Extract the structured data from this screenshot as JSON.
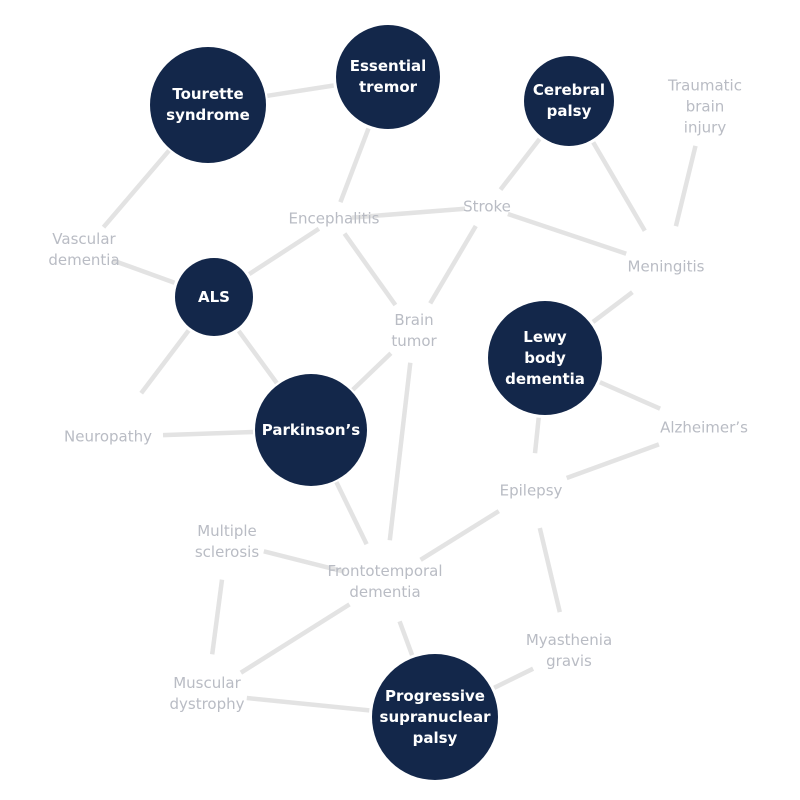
{
  "diagram": {
    "colors": {
      "highlight_fill": "#13274a",
      "highlight_text": "#ffffff",
      "muted_text": "#b9bcc4",
      "edge": "#e3e3e3"
    },
    "nodes": [
      {
        "id": "tourette",
        "label": "Tourette\nsyndrome",
        "highlighted": true
      },
      {
        "id": "essential-tremor",
        "label": "Essential\ntremor",
        "highlighted": true
      },
      {
        "id": "cerebral-palsy",
        "label": "Cerebral\npalsy",
        "highlighted": true
      },
      {
        "id": "traumatic-brain-injury",
        "label": "Traumatic\nbrain\ninjury",
        "highlighted": false
      },
      {
        "id": "vascular-dementia",
        "label": "Vascular\ndementia",
        "highlighted": false
      },
      {
        "id": "encephalitis",
        "label": "Encephalitis",
        "highlighted": false
      },
      {
        "id": "stroke",
        "label": "Stroke",
        "highlighted": false
      },
      {
        "id": "meningitis",
        "label": "Meningitis",
        "highlighted": false
      },
      {
        "id": "als",
        "label": "ALS",
        "highlighted": true
      },
      {
        "id": "brain-tumor",
        "label": "Brain\ntumor",
        "highlighted": false
      },
      {
        "id": "lewy-body-dementia",
        "label": "Lewy\nbody\ndementia",
        "highlighted": true
      },
      {
        "id": "neuropathy",
        "label": "Neuropathy",
        "highlighted": false
      },
      {
        "id": "parkinsons",
        "label": "Parkinson’s",
        "highlighted": true
      },
      {
        "id": "alzheimers",
        "label": "Alzheimer’s",
        "highlighted": false
      },
      {
        "id": "epilepsy",
        "label": "Epilepsy",
        "highlighted": false
      },
      {
        "id": "multiple-sclerosis",
        "label": "Multiple\nsclerosis",
        "highlighted": false
      },
      {
        "id": "frontotemporal-dementia",
        "label": "Frontotemporal\ndementia",
        "highlighted": false
      },
      {
        "id": "myasthenia-gravis",
        "label": "Myasthenia\ngravis",
        "highlighted": false
      },
      {
        "id": "muscular-dystrophy",
        "label": "Muscular\ndystrophy",
        "highlighted": false
      },
      {
        "id": "progressive-supranuclear-palsy",
        "label": "Progressive\nsupranuclear\npalsy",
        "highlighted": true
      }
    ],
    "edges": [
      [
        "tourette",
        "essential-tremor"
      ],
      [
        "tourette",
        "vascular-dementia"
      ],
      [
        "essential-tremor",
        "encephalitis"
      ],
      [
        "cerebral-palsy",
        "stroke"
      ],
      [
        "cerebral-palsy",
        "meningitis"
      ],
      [
        "traumatic-brain-injury",
        "meningitis"
      ],
      [
        "encephalitis",
        "stroke"
      ],
      [
        "stroke",
        "meningitis"
      ],
      [
        "stroke",
        "brain-tumor"
      ],
      [
        "encephalitis",
        "brain-tumor"
      ],
      [
        "vascular-dementia",
        "als"
      ],
      [
        "als",
        "encephalitis"
      ],
      [
        "als",
        "neuropathy"
      ],
      [
        "als",
        "parkinsons"
      ],
      [
        "parkinsons",
        "brain-tumor"
      ],
      [
        "parkinsons",
        "neuropathy"
      ],
      [
        "parkinsons",
        "frontotemporal-dementia"
      ],
      [
        "brain-tumor",
        "frontotemporal-dementia"
      ],
      [
        "lewy-body-dementia",
        "meningitis"
      ],
      [
        "lewy-body-dementia",
        "alzheimers"
      ],
      [
        "lewy-body-dementia",
        "epilepsy"
      ],
      [
        "alzheimers",
        "epilepsy"
      ],
      [
        "epilepsy",
        "frontotemporal-dementia"
      ],
      [
        "epilepsy",
        "myasthenia-gravis"
      ],
      [
        "multiple-sclerosis",
        "frontotemporal-dementia"
      ],
      [
        "multiple-sclerosis",
        "muscular-dystrophy"
      ],
      [
        "frontotemporal-dementia",
        "muscular-dystrophy"
      ],
      [
        "frontotemporal-dementia",
        "progressive-supranuclear-palsy"
      ],
      [
        "myasthenia-gravis",
        "progressive-supranuclear-palsy"
      ],
      [
        "muscular-dystrophy",
        "progressive-supranuclear-palsy"
      ]
    ]
  }
}
